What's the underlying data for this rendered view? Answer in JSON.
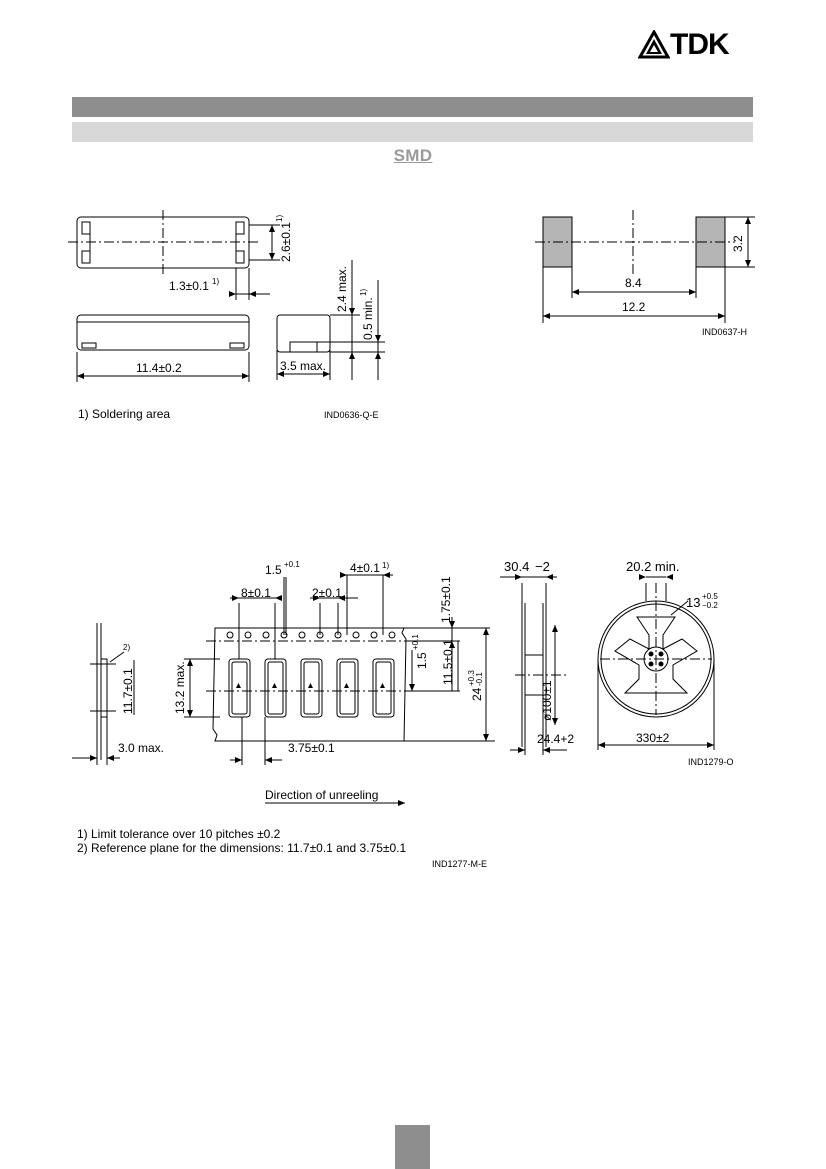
{
  "header": {
    "brand": "TDK",
    "section_title": "SMD"
  },
  "component_drawing": {
    "dim_solder_width": "2.6±0.1",
    "dim_solder_width_sup": "1)",
    "dim_solder_length": "1.3±0.1",
    "dim_solder_length_sup": "1)",
    "dim_height_max": "2.4 max.",
    "dim_gap_min": "0.5 min.",
    "dim_gap_min_sup": "1)",
    "dim_length": "11.4±0.2",
    "dim_width_max": "3.5 max.",
    "footnote": "1) Soldering area",
    "drawing_id": "IND0636-Q-E"
  },
  "footprint_drawing": {
    "dim_pad_height": "3.2",
    "dim_inner": "8.4",
    "dim_outer": "12.2",
    "drawing_id": "IND0637-H"
  },
  "tape_drawing": {
    "dim_hole_dia": "1.5",
    "dim_hole_dia_tol": "+0.1",
    "dim_hole_pitch": "4±0.1",
    "dim_hole_pitch_sup": "1)",
    "dim_pocket_pitch": "8±0.1",
    "dim_hole_to_pocket": "2±0.1",
    "dim_edge": "1.75±0.1",
    "dim_pocket_dia": "1.5",
    "dim_pocket_dia_tol": "+0.1",
    "dim_center": "11.5±0.1",
    "dim_tape_width": "24",
    "dim_tape_width_tol_top": "+0.3",
    "dim_tape_width_tol_bot": "-0.1",
    "dim_pocket_len_max": "13.2 max.",
    "dim_pocket_len": "11.7±0.1",
    "dim_pocket_depth": "3.0 max.",
    "dim_pocket_width": "3.75±0.1",
    "ref_marker": "2)",
    "direction_label": "Direction of unreeling",
    "footnote_1": "1) Limit tolerance over 10 pitches ±0.2",
    "footnote_2": "2) Reference plane for the dimensions: 11.7±0.1 and 3.75±0.1",
    "drawing_id": "IND1277-M-E"
  },
  "reel_drawing": {
    "dim_reel_width": "30.4",
    "dim_reel_width_tol": "−2",
    "dim_hub_dia": "ø100±1",
    "dim_inner_width": "24.4+2",
    "dim_hub_min": "20.2 min.",
    "dim_arbor": "13",
    "dim_arbor_tol_top": "+0.5",
    "dim_arbor_tol_bot": "−0.2",
    "dim_reel_dia": "330±2",
    "drawing_id": "IND1279-O"
  }
}
